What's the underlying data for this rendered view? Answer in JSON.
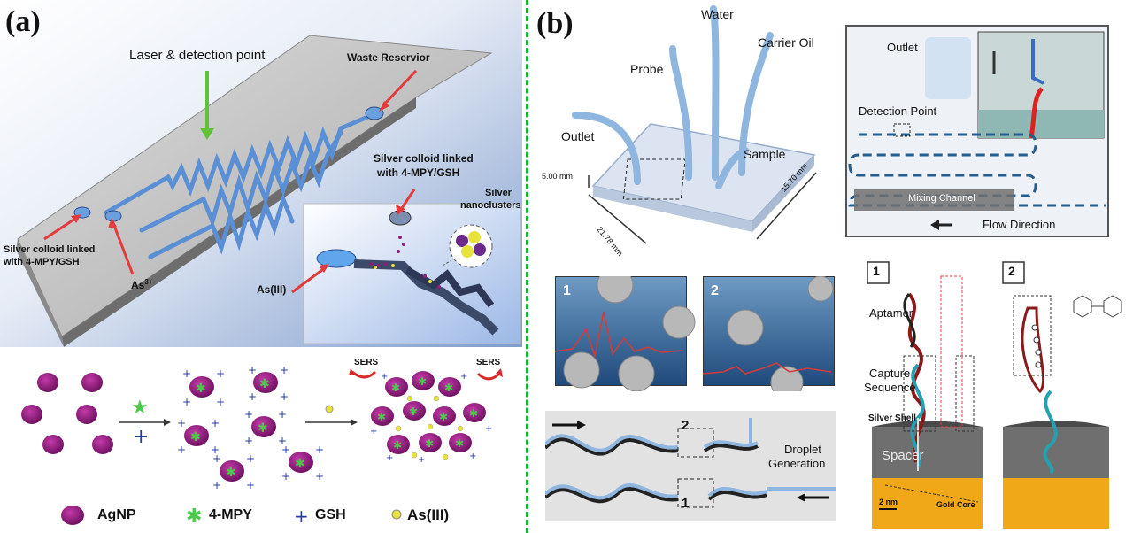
{
  "panel_a": {
    "letter": "(a)",
    "chip": {
      "laser_label": "Laser & detection point",
      "waste_label": "Waste Reservior",
      "inlet1_label_line1": "Silver colloid linked",
      "inlet1_label_line2": "with 4-MPY/GSH",
      "inlet2_label": "As",
      "inlet2_sup": "3+"
    },
    "inset": {
      "colloid_line1": "Silver colloid linked",
      "colloid_line2": "with 4-MPY/GSH",
      "nanoclusters_line1": "Silver",
      "nanoclusters_line2": "nanoclusters",
      "as_label": "As(III)"
    },
    "scheme": {
      "sers_left": "SERS",
      "sers_right": "SERS"
    },
    "legend": [
      {
        "name": "AgNP",
        "icon": "purple-circle-icon"
      },
      {
        "name": "4-MPY",
        "icon": "green-star-icon"
      },
      {
        "name": "GSH",
        "icon": "blue-cross-icon"
      },
      {
        "name": "As(III)",
        "icon": "yellow-circle-icon"
      }
    ]
  },
  "panel_b": {
    "letter": "(b)",
    "chip3d": {
      "water": "Water",
      "probe": "Probe",
      "carrier_oil": "Carrier Oil",
      "outlet": "Outlet",
      "sample": "Sample",
      "dim_height": "5.00 mm",
      "dim_width": "21.78 mm",
      "dim_length": "15.70 mm"
    },
    "channel": {
      "outlet": "Outlet",
      "detection_point": "Detection Point",
      "mixing_channel": "Mixing Channel",
      "flow_direction": "Flow Direction"
    },
    "droplet_boxes": [
      "1",
      "2"
    ],
    "droplet_flow": {
      "box1": "1",
      "box2": "2",
      "generation_line1": "Droplet",
      "generation_line2": "Generation"
    },
    "aptamer": {
      "box1": "1",
      "box2": "2",
      "aptamer": "Aptamer",
      "capture_line1": "Capture",
      "capture_line2": "Sequence",
      "silver_shell": "Silver Shell",
      "spacer": "Spacer",
      "scale": "2 nm",
      "gold_core": "Gold Core"
    }
  },
  "colors": {
    "divider": "#1fae3a",
    "agnp": "#8e1c7c",
    "mpy": "#4cc84c",
    "gsh": "#283c9c",
    "as3": "#e8e23a",
    "gold": "#f0a818",
    "channel_blue": "#4f86c6"
  }
}
